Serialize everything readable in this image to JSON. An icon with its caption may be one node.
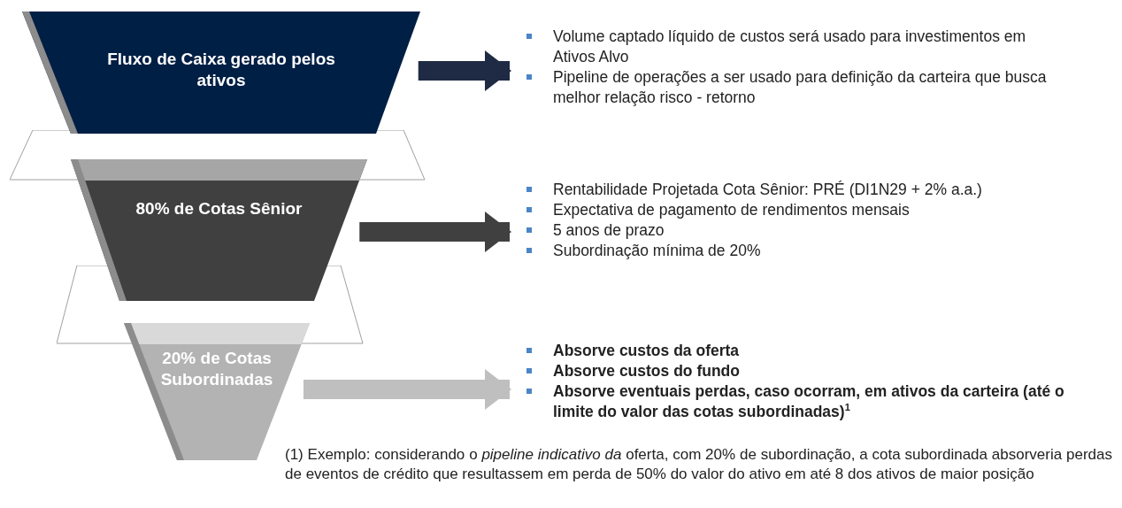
{
  "diagram": {
    "nodes": [
      {
        "text": [
          "Fluxo de Caixa gerado pelos ativos"
        ]
      },
      {
        "text": [],
        "shape": "band"
      },
      {
        "text": [
          "80% de Cotas Sênior"
        ]
      },
      {
        "text": [],
        "shape": "band"
      },
      {
        "text": [
          "20% de Cotas Subordinadas"
        ]
      },
      {
        "text": [
          "Volume captado líquido de custos será usado para investimentos em Ativos Alvo",
          "Pipeline de operações a ser usado para definição da carteira que busca melhor relação risco - retorno"
        ]
      },
      {
        "text": [
          "Rentabilidade Projetada Cota Sênior: PRÉ (DI1N29 + 2% a.a.)",
          "Expectativa de pagamento de rendimentos mensais",
          "5 anos de prazo",
          "Subordinação mínima de 20%"
        ]
      },
      {
        "text": [
          "Absorve custos da oferta",
          "Absorve custos do fundo",
          "Absorve eventuais perdas, caso ocorram, em ativos da carteira (até o limite do valor das cotas subordinadas)$^{1}$"
        ]
      }
    ],
    "edges": [
      {
        "from": 0,
        "to": 5,
        "arrow": "to",
        "color": "#1f2a44"
      },
      {
        "from": 2,
        "to": 6,
        "arrow": "to",
        "color": "#404040"
      },
      {
        "from": 4,
        "to": 7,
        "arrow": "to",
        "color": "#bfbfbf"
      }
    ],
    "labels": [
      "(1) Exemplo: considerando o *pipeline indicativo da* oferta, com 20% de subordinação, a cota subordinada absorveria perdas de eventos de crédito que resultassem em perda de 50% do valor do ativo em até 8 dos ativos de maior posição"
    ]
  }
}
